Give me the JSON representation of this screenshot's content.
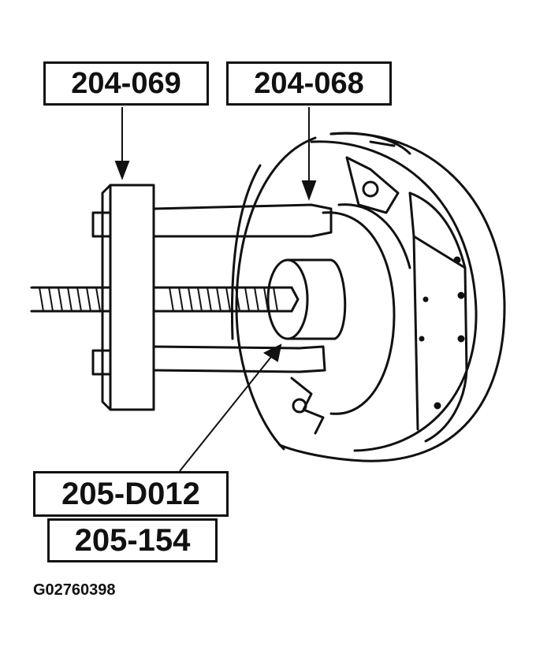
{
  "callouts": {
    "tool_a": "204-069",
    "tool_b": "204-068",
    "tool_c": "205-D012",
    "tool_d": "205-154"
  },
  "figure_code": "G02760398"
}
